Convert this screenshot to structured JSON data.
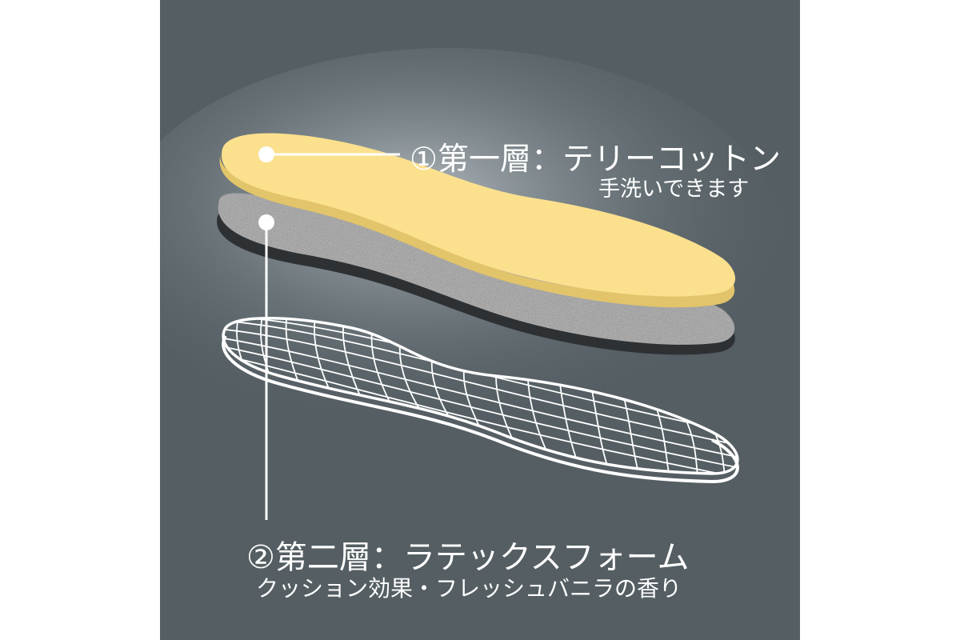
{
  "layers": [
    {
      "title": "①第一層：テリーコットン",
      "subtitle": "手洗いできます",
      "color": "#f9dd86"
    },
    {
      "title": "②第二層：ラテックスフォーム",
      "subtitle": "クッション効果・フレッシュバニラの香り",
      "color": "#8c8c8c"
    }
  ],
  "colors": {
    "background": "#545e63",
    "outer": "#ffffff",
    "text": "#ffffff",
    "insole_edge": "#e2c46a",
    "base_layer": "#2e3134"
  }
}
